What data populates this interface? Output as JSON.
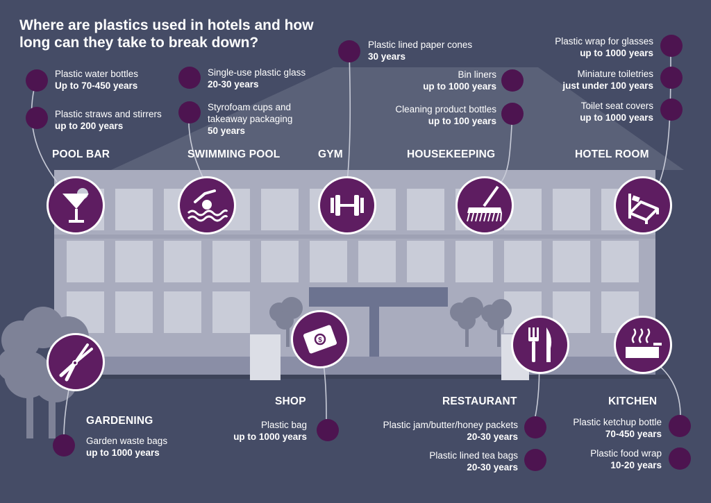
{
  "title": "Where are plastics used in hotels and how long can they take to break down?",
  "colors": {
    "background": "#454c66",
    "building": "#a9acbe",
    "window": "#c9ccd8",
    "accent": "#5e1d61",
    "dot": "#4d1450"
  },
  "categories": {
    "pool_bar": "POOL BAR",
    "swimming_pool": "SWIMMING POOL",
    "gym": "GYM",
    "housekeeping": "HOUSEKEEPING",
    "hotel_room": "HOTEL ROOM",
    "gardening": "GARDENING",
    "shop": "SHOP",
    "restaurant": "RESTAURANT",
    "kitchen": "KITCHEN"
  },
  "icons": {
    "pool_bar": "cocktail-glass-icon",
    "swimming_pool": "swimmer-icon",
    "gym": "dumbbell-icon",
    "housekeeping": "broom-icon",
    "hotel_room": "bed-icon",
    "gardening": "pruning-shears-icon",
    "shop": "money-bag-icon",
    "restaurant": "fork-knife-icon",
    "kitchen": "cooking-pot-icon"
  },
  "items": {
    "water_bottles": {
      "text": "Plastic water bottles",
      "value": "Up to 70-450 years"
    },
    "straws": {
      "text": "Plastic straws and stirrers",
      "value": "up to 200 years"
    },
    "plastic_glass": {
      "text": "Single-use plastic glass",
      "value": "20-30 years"
    },
    "styrofoam": {
      "text1": "Styrofoam cups and",
      "text2": "takeaway packaging",
      "value": "50 years"
    },
    "paper_cones": {
      "text": "Plastic lined paper cones",
      "value": "30 years"
    },
    "bin_liners": {
      "text": "Bin liners",
      "value": "up to 1000 years"
    },
    "cleaning_bottles": {
      "text": "Cleaning product bottles",
      "value": "up to 100 years"
    },
    "wrap_glasses": {
      "text": "Plastic wrap for glasses",
      "value": "up to 1000 years"
    },
    "toiletries": {
      "text": "Miniature toiletries",
      "value": "just under 100 years"
    },
    "seat_covers": {
      "text": "Toilet seat covers",
      "value": "up to 1000 years"
    },
    "garden_bags": {
      "text": "Garden waste bags",
      "value": "up to 1000 years"
    },
    "plastic_bag": {
      "text": "Plastic bag",
      "value": "up to 1000 years"
    },
    "packets": {
      "text": "Plastic jam/butter/honey packets",
      "value": "20-30 years"
    },
    "tea_bags": {
      "text": "Plastic lined tea bags",
      "value": "20-30 years"
    },
    "ketchup": {
      "text": "Plastic ketchup bottle",
      "value": "70-450 years"
    },
    "food_wrap": {
      "text": "Plastic food wrap",
      "value": "10-20 years"
    }
  }
}
